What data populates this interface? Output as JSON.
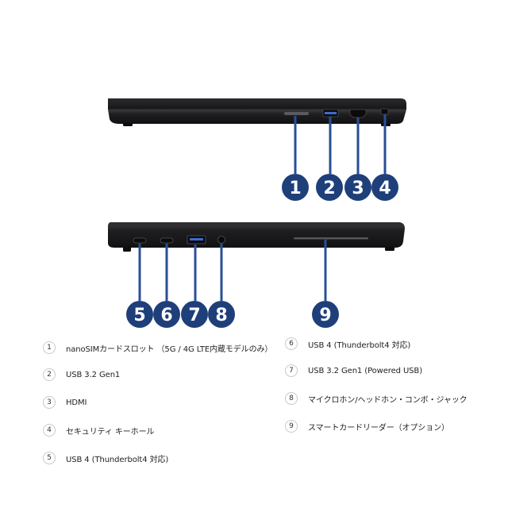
{
  "callouts": [
    {
      "num": "1",
      "label": "nanoSIMカードスロット （5G / 4G LTE内蔵モデルのみ）"
    },
    {
      "num": "2",
      "label": "USB 3.2 Gen1"
    },
    {
      "num": "3",
      "label": "HDMI"
    },
    {
      "num": "4",
      "label": "セキュリティ キーホール"
    },
    {
      "num": "5",
      "label": "USB 4 (Thunderbolt4 対応)"
    },
    {
      "num": "6",
      "label": "USB 4 (Thunderbolt4 対応)"
    },
    {
      "num": "7",
      "label": "USB 3.2 Gen1 (Powered USB)"
    },
    {
      "num": "8",
      "label": "マイクロホン/ヘッドホン・コンボ・ジャック"
    },
    {
      "num": "9",
      "label": "スマートカードリーダー（オプション）"
    }
  ],
  "colors": {
    "callout_fill": "#1f3f7a",
    "callout_line": "#2a4f95",
    "laptop_body": "#1c1c1e",
    "laptop_edge": "#2e2e31"
  }
}
